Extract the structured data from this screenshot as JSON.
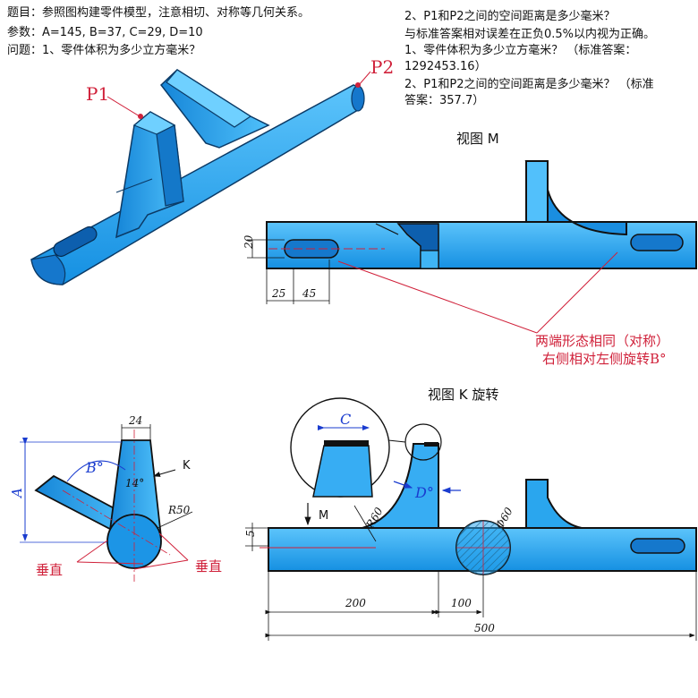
{
  "header": {
    "line1": "题目：参照图构建零件模型，注意相切、对称等几何关系。",
    "line2": "参数：A=145, B=37, C=29, D=10",
    "line3": "问题：1、零件体积为多少立方毫米？"
  },
  "right_text": {
    "line1": "2、P1和P2之间的空间距离是多少毫米？",
    "line2": "与标准答案相对误差在正负0.5%以内视为正确。",
    "line3": "1、零件体积为多少立方毫米？ （标准答案：",
    "line4": "1292453.16）",
    "line5": "2、P1和P2之间的空间距离是多少毫米？ （标准",
    "line6": "答案：357.7）"
  },
  "points": {
    "p1": "P1",
    "p2": "P2"
  },
  "view_m": {
    "title": "视图 M",
    "dim_20": "20",
    "dim_25": "25",
    "dim_45": "45"
  },
  "note": {
    "line1": "两端形态相同（对称）",
    "line2": "右侧相对左侧旋转B°"
  },
  "left_view": {
    "dim_24": "24",
    "dim_a": "A",
    "angle_b": "B°",
    "angle_14": "14°",
    "radius": "R50",
    "label_k": "K",
    "perp1": "垂直",
    "perp2": "垂直"
  },
  "view_k": {
    "title": "视图 K 旋转",
    "dim_c": "C",
    "angle_d": "D°",
    "label_m": "M",
    "radius": "R60",
    "diameter": "Φ60",
    "dim_5": "5",
    "dim_200": "200",
    "dim_100": "100",
    "dim_500": "500"
  },
  "colors": {
    "part_fill": "#2aa6ee",
    "part_dark": "#0d5fae",
    "annotation": "#d0213a",
    "dimension": "#1a3ccf"
  }
}
